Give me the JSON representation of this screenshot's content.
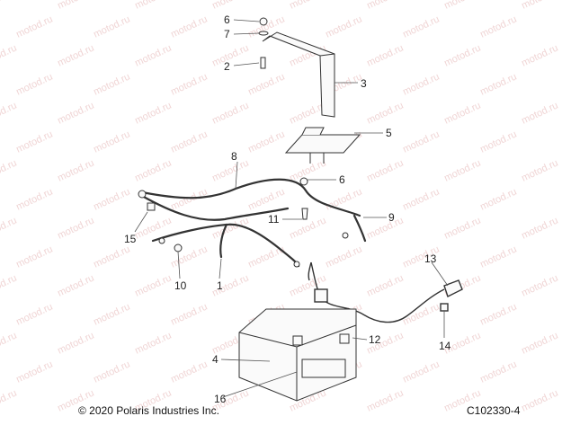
{
  "watermark": "motod.ru",
  "copyright": "© 2020 Polaris Industries Inc.",
  "figure_id": "C102330-4",
  "callouts": [
    "6",
    "7",
    "2",
    "3",
    "5",
    "8",
    "6",
    "11",
    "9",
    "15",
    "10",
    "1",
    "13",
    "12",
    "4",
    "14",
    "16"
  ]
}
